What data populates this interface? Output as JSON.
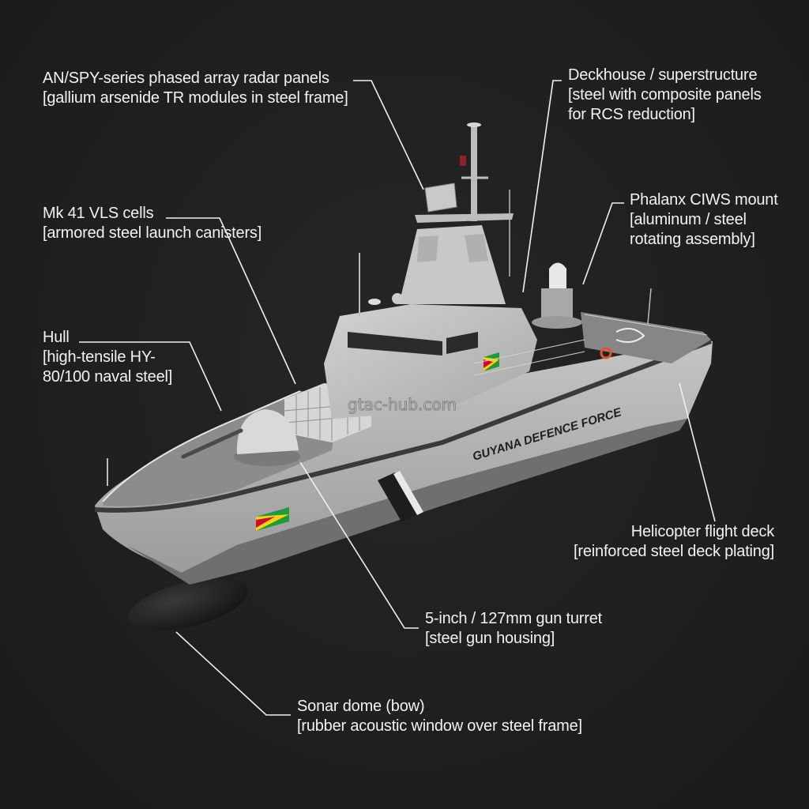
{
  "diagram": {
    "subject": "Guyana Defence Force patrol vessel",
    "hull_marking": "GUYANA DEFENCE FORCE",
    "watermark": "gtac-hub.com",
    "colors": {
      "background": "#202020",
      "hull": "#b9b9b9",
      "deck": "#8a8a8a",
      "leader_line": "#f0f0f0",
      "text": "#f2f2f2",
      "flag_green": "#1f9a3a",
      "flag_yellow": "#f2d21b",
      "flag_red": "#c8102e",
      "sonar_dome": "#2a2a2a"
    },
    "callouts": [
      {
        "id": "radar",
        "title": "AN/SPY-series phased array radar panels",
        "material": "[gallium arsenide TR modules in steel frame]"
      },
      {
        "id": "deckhouse",
        "title": "Deckhouse / superstructure",
        "material_lines": [
          "[steel with composite panels",
          "for RCS reduction]"
        ]
      },
      {
        "id": "vls",
        "title": "Mk 41 VLS cells",
        "material": "[armored steel launch canisters]"
      },
      {
        "id": "ciws",
        "title": "Phalanx CIWS mount",
        "material_lines": [
          "[aluminum / steel",
          "rotating assembly]"
        ]
      },
      {
        "id": "hull",
        "title": "Hull",
        "material_lines": [
          "[high-tensile HY-",
          "80/100 naval steel]"
        ]
      },
      {
        "id": "flight-deck",
        "title": "Helicopter flight deck",
        "material": "[reinforced steel deck plating]"
      },
      {
        "id": "gun",
        "title": "5-inch / 127mm gun turret",
        "material": "[steel gun housing]"
      },
      {
        "id": "sonar",
        "title": "Sonar dome (bow)",
        "material": "[rubber acoustic window over steel frame]"
      }
    ]
  }
}
